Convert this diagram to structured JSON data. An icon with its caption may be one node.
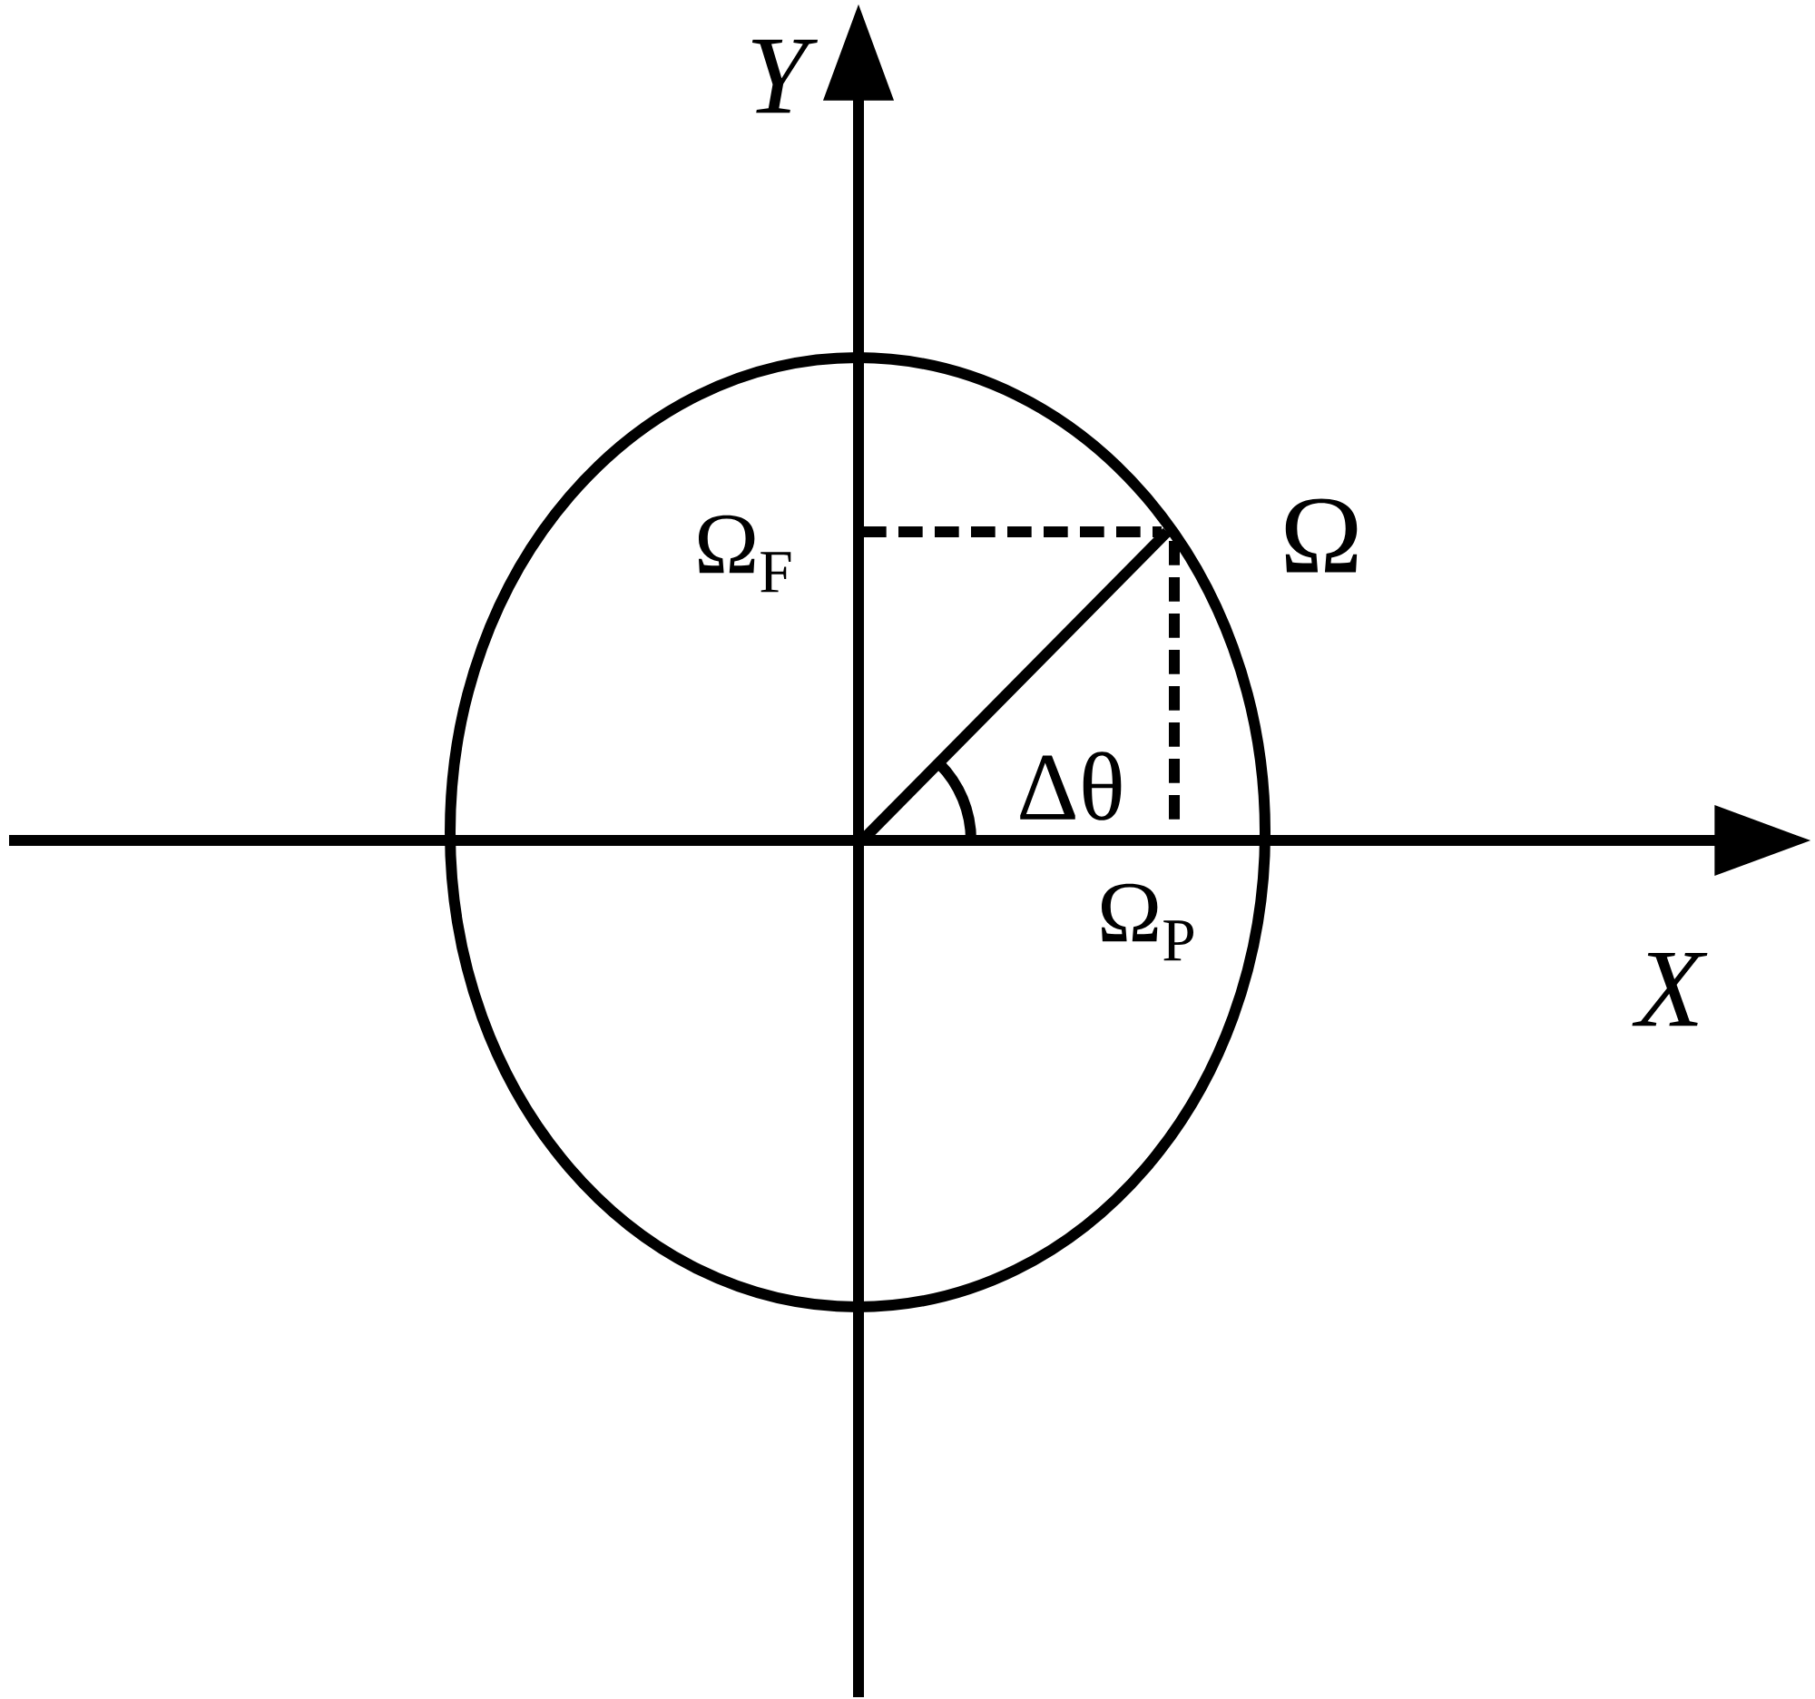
{
  "diagram": {
    "labels": [
      "Y",
      "Ω",
      "Ω$_{F}$",
      "Δθ",
      "Ω$_{P}$",
      "X"
    ]
  }
}
